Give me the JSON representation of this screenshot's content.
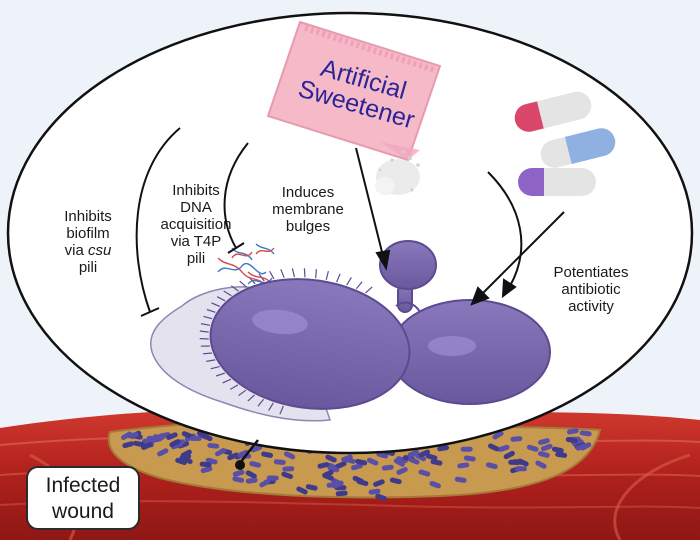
{
  "packet": {
    "line1": "Artificial",
    "line2": "Sweetener"
  },
  "mechanisms": {
    "biofilm": {
      "line1": "Inhibits",
      "line2": "biofilm",
      "line3": "via",
      "line4": "csu",
      "line5": "pili"
    },
    "dna": {
      "line1": "Inhibits",
      "line2": "DNA",
      "line3": "acquisition",
      "line4": "via T4P",
      "line5": "pili"
    },
    "membrane": {
      "line1": "Induces",
      "line2": "membrane",
      "line3": "bulges"
    },
    "antibiotic": {
      "line1": "Potentiates",
      "line2": "antibiotic",
      "line3": "activity"
    }
  },
  "wound": {
    "line1": "Infected",
    "line2": "wound"
  },
  "colors": {
    "bacterium": "#7a67ad",
    "packet": "#f6b9c8",
    "tissue": "#b5231f",
    "biofilm_cells": "#3f3a8a"
  }
}
